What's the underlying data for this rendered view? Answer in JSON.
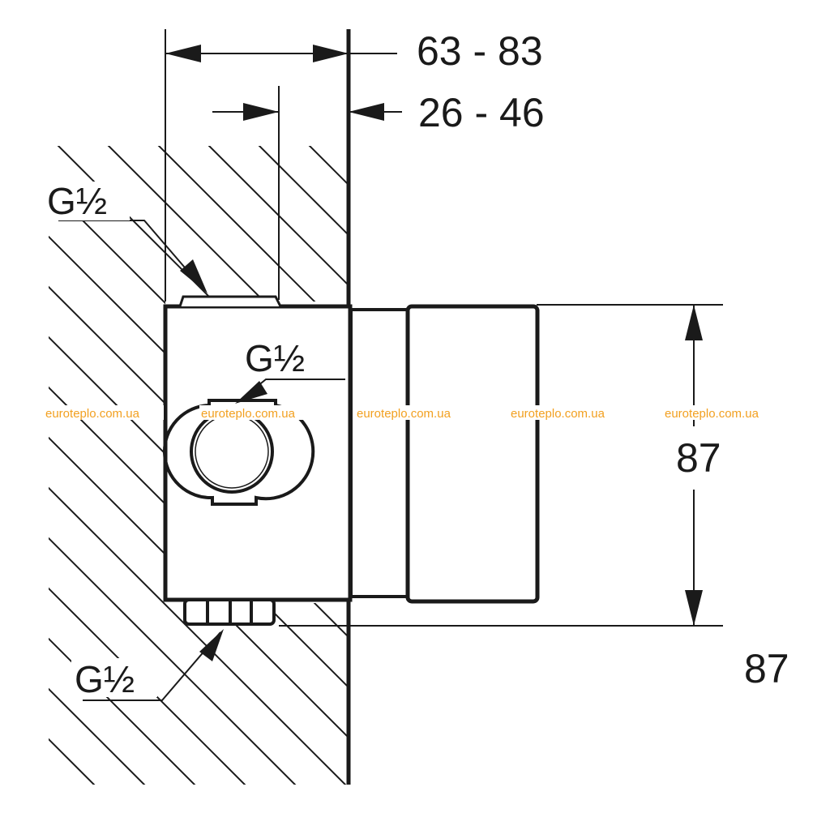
{
  "dimensions": {
    "wall_depth_range": "63 - 83",
    "inner_depth_range": "26 - 46",
    "height_right": "87",
    "height_lower": "87"
  },
  "thread_labels": {
    "top_inlet": "G½",
    "front_outlet": "G½",
    "bottom_inlet": "G½"
  },
  "watermarks": [
    "euroteplo.com.ua",
    "euroteplo.com.ua",
    "euroteplo.com.ua",
    "euroteplo.com.ua",
    "euroteplo.com.ua"
  ]
}
